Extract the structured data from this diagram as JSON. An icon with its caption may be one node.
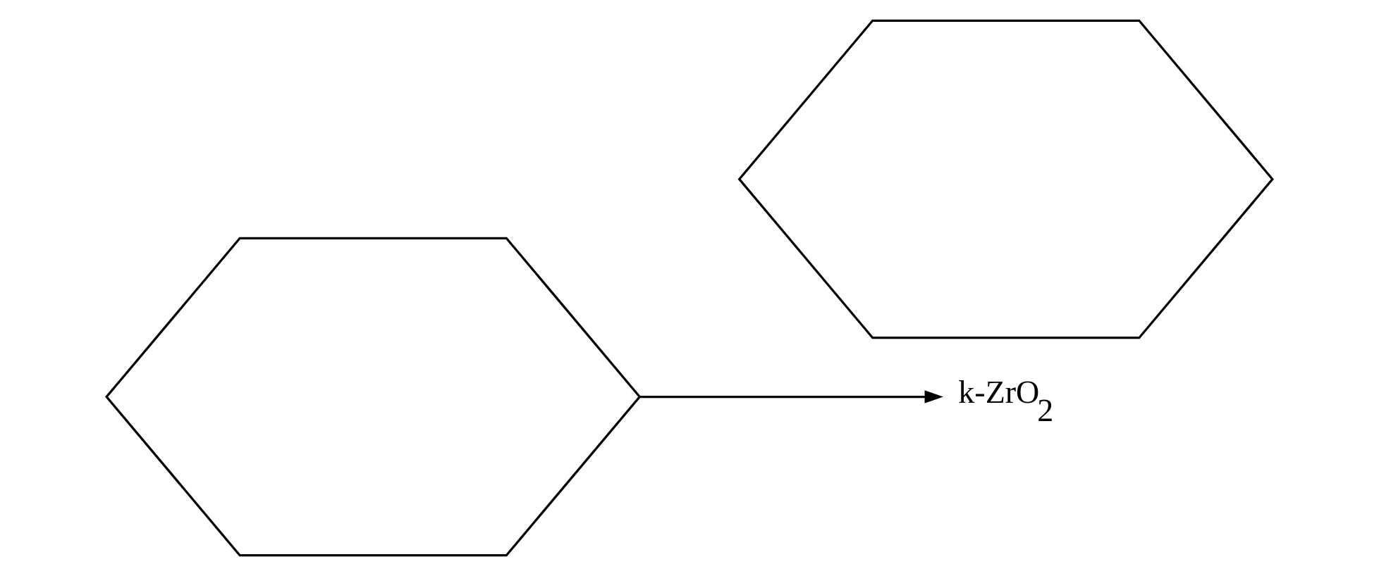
{
  "diagram": {
    "nodes": [
      {
        "text": [],
        "shape": "hexagon"
      },
      {
        "text": [],
        "shape": "hexagon"
      },
      {
        "text": [
          "k-ZrO$_{2}$"
        ]
      }
    ],
    "edges": [
      {
        "from": 0,
        "to": 2,
        "arrow": "to"
      }
    ]
  }
}
